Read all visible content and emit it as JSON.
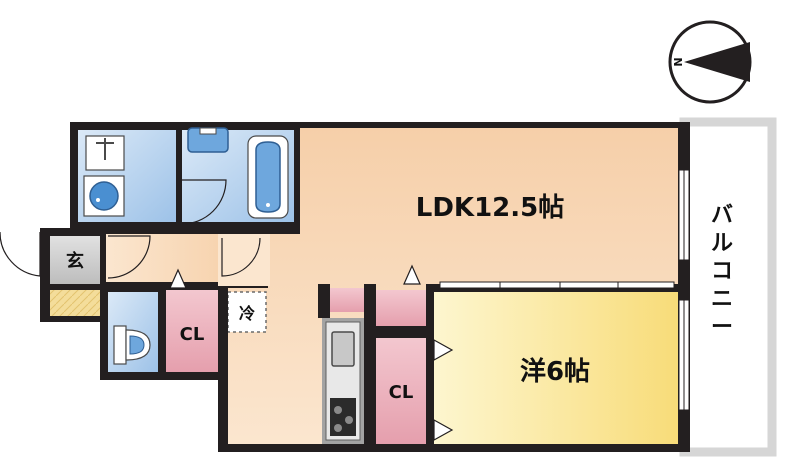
{
  "rooms": {
    "ldk": "LDK12.5帖",
    "western": "洋6帖",
    "closet_1": "CL",
    "closet_2": "CL",
    "entrance": "玄",
    "fridge": "冷"
  },
  "balcony": {
    "label_chars": [
      "バ",
      "ル",
      "コ",
      "ニ",
      "ー"
    ]
  },
  "compass": {
    "north_label": "N"
  },
  "colors": {
    "wall": "#231f20",
    "ldk_floor": "#f6cfa9",
    "western_floor": "#fbe7a6",
    "wet_area": "#b8d4ef",
    "closet": "#eeb4be",
    "balcony_frame": "#d6d6d6",
    "counter": "#a3a3a3"
  }
}
